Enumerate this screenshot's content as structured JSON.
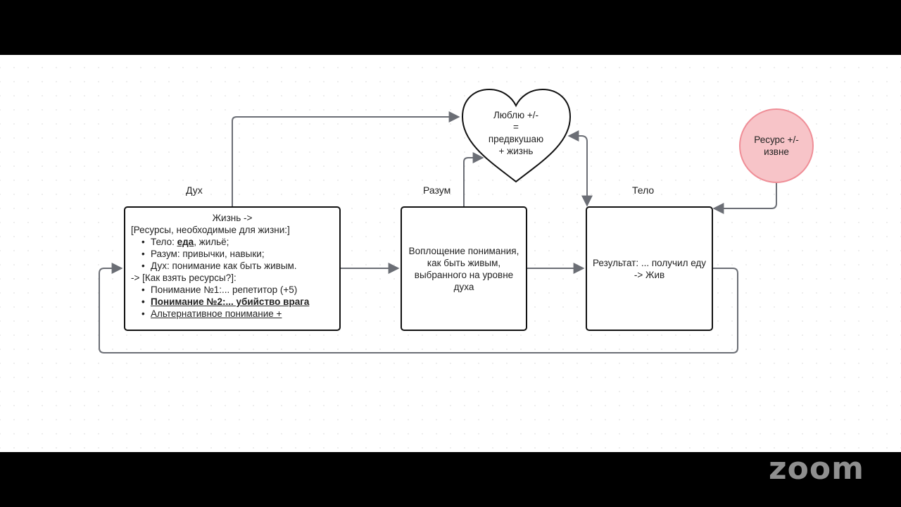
{
  "labels": {
    "spirit": "Дух",
    "mind": "Разум",
    "body": "Тело"
  },
  "life_box": {
    "heading": "Жизнь ->",
    "resources_line": "[Ресурсы, необходимые для жизни:]",
    "items": [
      {
        "prefix": "Тело: ",
        "emph": "еда",
        "suffix": ", жильё;"
      },
      {
        "text": "Разум: привычки, навыки;"
      },
      {
        "text": "Дух: понимание как быть живым."
      }
    ],
    "how_line": "-> [Как взять ресурсы?]:",
    "understandings": [
      "Понимание №1:... репетитор (+5)",
      "Понимание №2:... убийство врага",
      "Альтернативное понимание +"
    ]
  },
  "embodiment_box": {
    "text": "Воплощение понимания, как быть живым, выбранного на уровне духа"
  },
  "result_box": {
    "text": "Результат: ... получил еду -> Жив"
  },
  "heart": {
    "line1": "Люблю  +/-",
    "line2": "=",
    "line3": "предвкушаю",
    "line4": "+ жизнь"
  },
  "resource_circle": {
    "text": "Ресурс +/- извне"
  },
  "branding": {
    "logo": "zoom"
  },
  "colors": {
    "connector": "#6b6e75",
    "circle_fill": "#f7c4c8",
    "circle_border": "#ef8e97"
  }
}
